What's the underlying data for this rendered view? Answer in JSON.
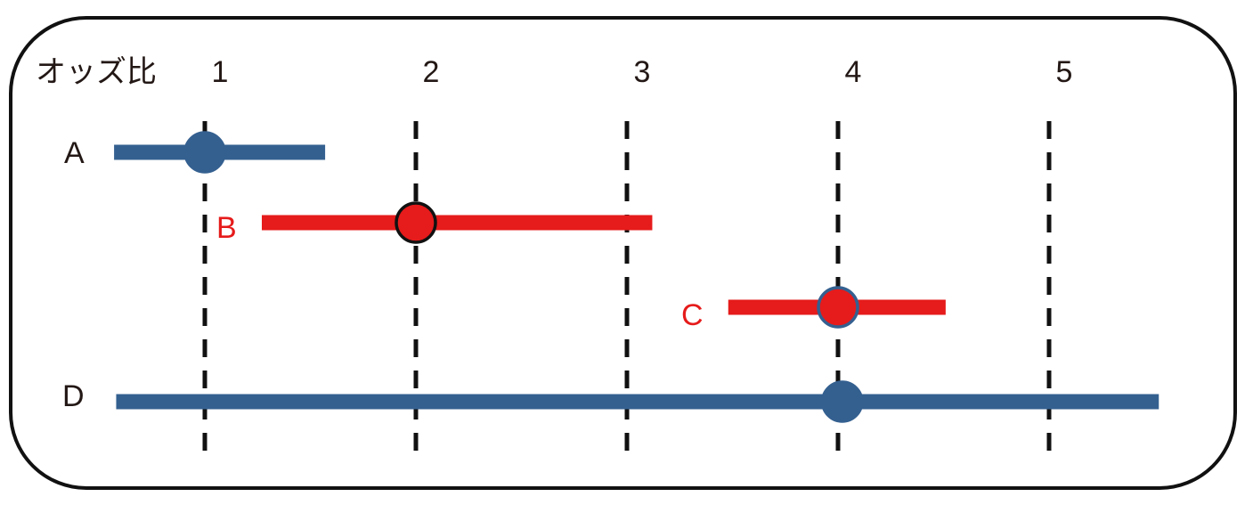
{
  "chart_data": {
    "type": "forest",
    "axis_title": "オッズ比",
    "x_ticks": [
      1,
      2,
      3,
      4,
      5
    ],
    "xlim": [
      0.6,
      5.5
    ],
    "grid": "dashed vertical lines at ticks",
    "series": [
      {
        "label": "A",
        "point": 1.0,
        "lower": 0.57,
        "upper": 1.57,
        "line_color": "#346090",
        "point_color": "#346090",
        "point_stroke": "#346090",
        "label_color": "#231815"
      },
      {
        "label": "B",
        "point": 2.0,
        "lower": 1.27,
        "upper": 3.12,
        "line_color": "#e61b1b",
        "point_color": "#e61b1b",
        "point_stroke": "#111111",
        "label_color": "#e61b1b"
      },
      {
        "label": "C",
        "point": 4.0,
        "lower": 3.48,
        "upper": 4.51,
        "line_color": "#e61b1b",
        "point_color": "#e61b1b",
        "point_stroke": "#346090",
        "label_color": "#e61b1b"
      },
      {
        "label": "D",
        "point": 4.02,
        "lower": 0.58,
        "upper": 5.52,
        "line_color": "#346090",
        "point_color": "#346090",
        "point_stroke": "#346090",
        "label_color": "#231815"
      }
    ]
  }
}
